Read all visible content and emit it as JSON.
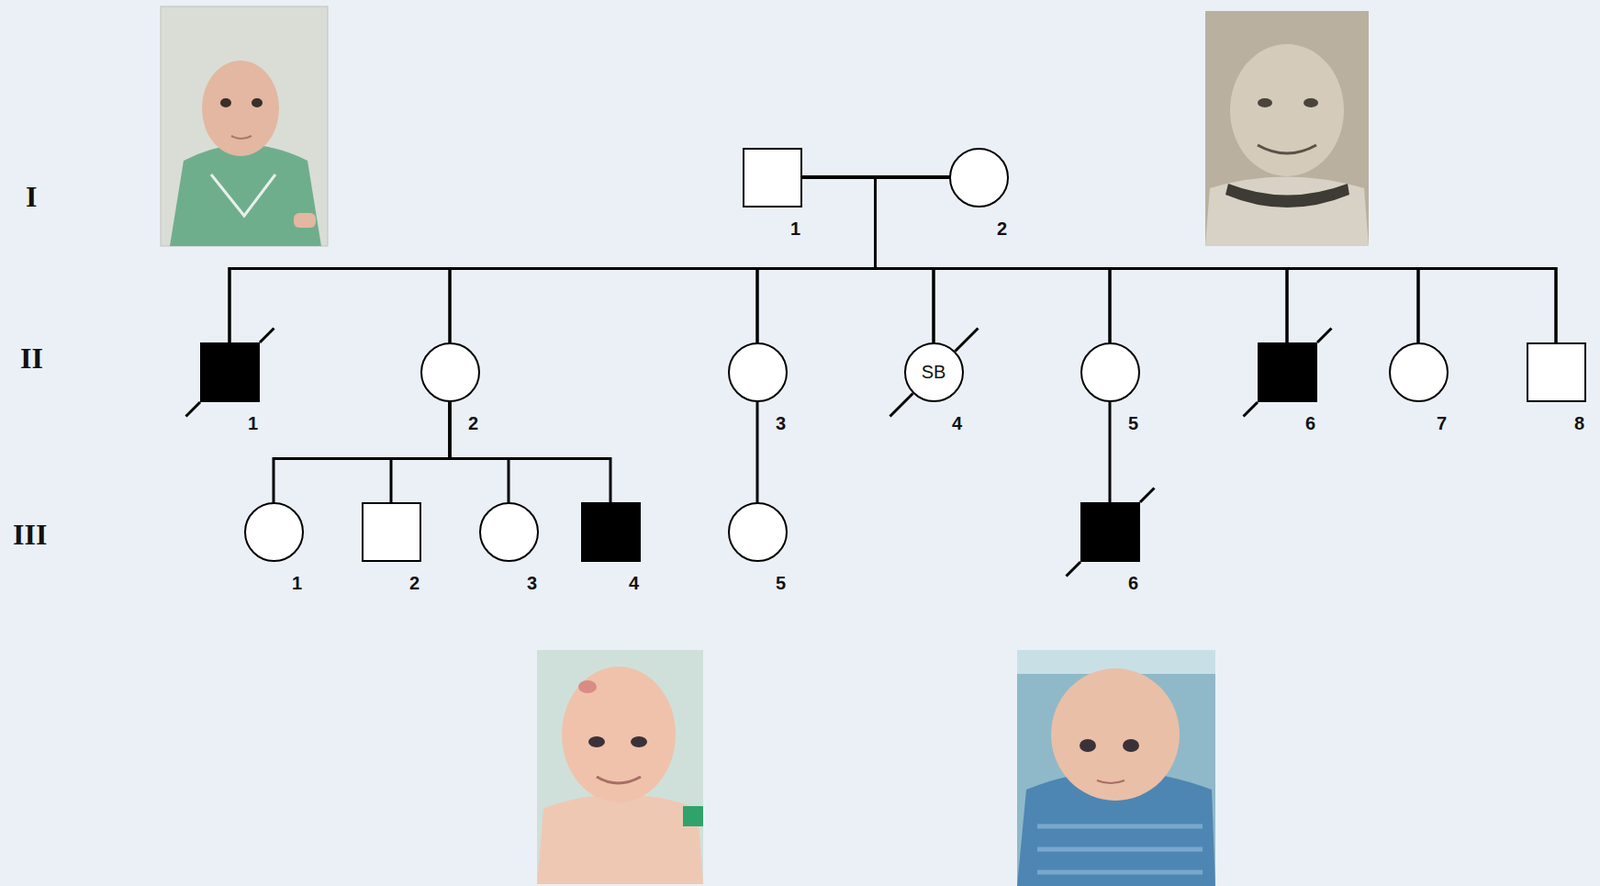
{
  "diagram": {
    "nodes": [
      {
        "text": [
          "1"
        ]
      },
      {
        "text": [
          "2"
        ]
      },
      {
        "text": [
          "1"
        ]
      },
      {
        "text": [
          "2"
        ]
      },
      {
        "text": [
          "3"
        ]
      },
      {
        "text": [
          "SB",
          "4"
        ]
      },
      {
        "text": [
          "5"
        ]
      },
      {
        "text": [
          "6"
        ]
      },
      {
        "text": [
          "7"
        ]
      },
      {
        "text": [
          "8"
        ]
      },
      {
        "text": [
          "1"
        ]
      },
      {
        "text": [
          "2"
        ]
      },
      {
        "text": [
          "3"
        ]
      },
      {
        "text": [
          "4"
        ]
      },
      {
        "text": [
          "5"
        ]
      },
      {
        "text": [
          "6"
        ]
      }
    ],
    "edges": [
      {
        "from": 0,
        "to": 1,
        "arrow": "none"
      },
      {
        "from": 0,
        "to": 2,
        "arrow": "none"
      },
      {
        "from": 1,
        "to": 2,
        "arrow": "none"
      },
      {
        "from": 0,
        "to": 3,
        "arrow": "none"
      },
      {
        "from": 1,
        "to": 3,
        "arrow": "none"
      },
      {
        "from": 0,
        "to": 4,
        "arrow": "none"
      },
      {
        "from": 1,
        "to": 4,
        "arrow": "none"
      },
      {
        "from": 0,
        "to": 5,
        "arrow": "none"
      },
      {
        "from": 1,
        "to": 5,
        "arrow": "none"
      },
      {
        "from": 0,
        "to": 6,
        "arrow": "none"
      },
      {
        "from": 1,
        "to": 6,
        "arrow": "none"
      },
      {
        "from": 0,
        "to": 7,
        "arrow": "none"
      },
      {
        "from": 1,
        "to": 7,
        "arrow": "none"
      },
      {
        "from": 0,
        "to": 8,
        "arrow": "none"
      },
      {
        "from": 1,
        "to": 8,
        "arrow": "none"
      },
      {
        "from": 0,
        "to": 9,
        "arrow": "none"
      },
      {
        "from": 1,
        "to": 9,
        "arrow": "none"
      },
      {
        "from": 3,
        "to": 10,
        "arrow": "none"
      },
      {
        "from": 3,
        "to": 11,
        "arrow": "none"
      },
      {
        "from": 3,
        "to": 12,
        "arrow": "none"
      },
      {
        "from": 3,
        "to": 13,
        "arrow": "none"
      },
      {
        "from": 4,
        "to": 14,
        "arrow": "none"
      },
      {
        "from": 6,
        "to": 15,
        "arrow": "none"
      }
    ],
    "labels": [
      "I",
      "II",
      "III"
    ]
  }
}
